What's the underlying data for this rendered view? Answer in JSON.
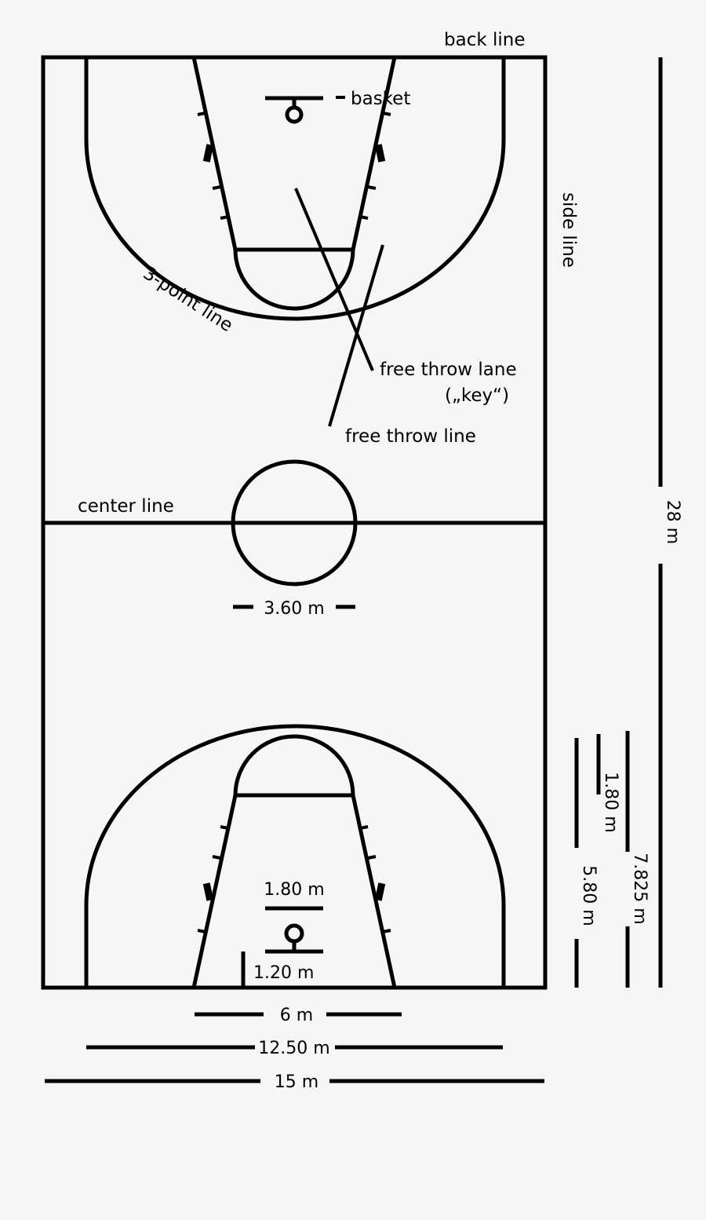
{
  "diagram": {
    "title": "Basketball court dimensions diagram",
    "background_color": "#f6f6f6",
    "line_color": "#000000"
  },
  "labels": {
    "back_line": "back line",
    "side_line": "side line",
    "basket": "basket",
    "three_point_line": "3-point line",
    "free_throw_lane": "free throw lane",
    "free_throw_lane_alt": "(„key“)",
    "free_throw_line": "free throw line",
    "center_line": "center line"
  },
  "dimensions": {
    "center_circle_diameter": "3.60 m",
    "court_length": "28 m",
    "three_point_distance": "7.825 m",
    "backboard_width": "1.80 m",
    "lane_length": "5.80 m",
    "ring_height_marker": "1.20 m",
    "backboard_width_inner": "1.80 m",
    "lane_width": "6 m",
    "three_point_width": "12.50 m",
    "court_width": "15 m"
  },
  "chart_data": {
    "type": "diagram",
    "title": "Basketball court dimensions diagram",
    "court": {
      "length_m": 28,
      "width_m": 15,
      "unit": "m"
    },
    "measurements": [
      {
        "name": "court length",
        "value": 28,
        "unit": "m",
        "label": "28 m",
        "orientation": "vertical"
      },
      {
        "name": "court width",
        "value": 15,
        "unit": "m",
        "label": "15 m",
        "orientation": "horizontal"
      },
      {
        "name": "three point distance",
        "value": 7.825,
        "unit": "m",
        "label": "7.825 m",
        "orientation": "vertical"
      },
      {
        "name": "three point width",
        "value": 12.5,
        "unit": "m",
        "label": "12.50 m",
        "orientation": "horizontal"
      },
      {
        "name": "free throw lane length",
        "value": 5.8,
        "unit": "m",
        "label": "5.80 m",
        "orientation": "vertical"
      },
      {
        "name": "free throw lane width",
        "value": 6,
        "unit": "m",
        "label": "6 m",
        "orientation": "horizontal"
      },
      {
        "name": "backboard width",
        "value": 1.8,
        "unit": "m",
        "label": "1.80 m",
        "orientation": "horizontal"
      },
      {
        "name": "backboard offset",
        "value": 1.8,
        "unit": "m",
        "label": "1.80 m",
        "orientation": "vertical"
      },
      {
        "name": "basket overhang",
        "value": 1.2,
        "unit": "m",
        "label": "1.20 m",
        "orientation": "horizontal"
      },
      {
        "name": "center circle diameter",
        "value": 3.6,
        "unit": "m",
        "label": "3.60 m",
        "orientation": "horizontal"
      }
    ],
    "features": [
      "back line",
      "side line",
      "center line",
      "center circle",
      "3-point line",
      "free throw lane (key)",
      "free throw line",
      "basket"
    ]
  }
}
